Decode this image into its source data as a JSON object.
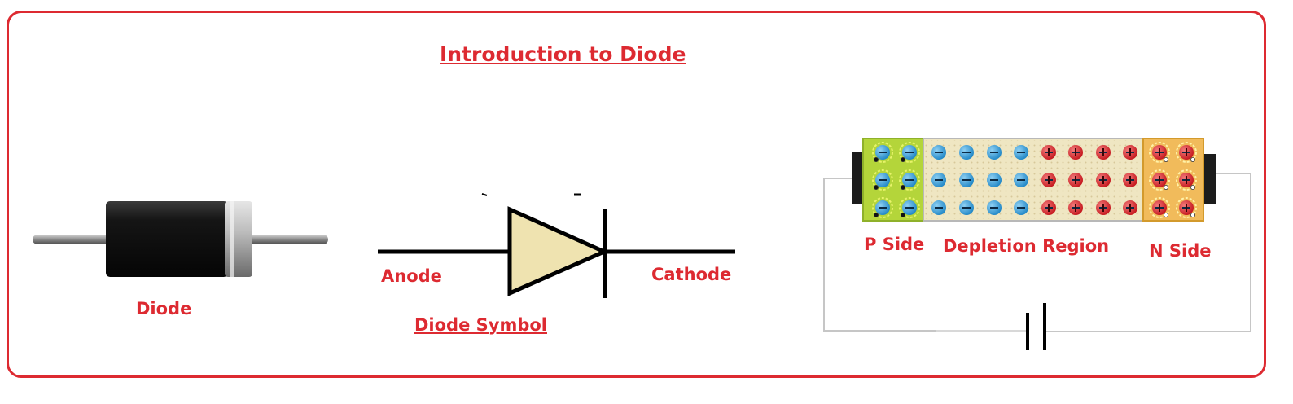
{
  "title": "Introduction to Diode",
  "component": {
    "label": "Diode"
  },
  "symbol": {
    "anode_label": "Anode",
    "cathode_label": "Cathode",
    "caption": "Diode Symbol",
    "fill_color": "#efe3b0"
  },
  "junction": {
    "p_label": "P Side",
    "depletion_label": "Depletion Region",
    "n_label": "N Side",
    "p_color": "#b4d53a",
    "n_color": "#f1bb5b",
    "depletion_color": "#efe6c2",
    "electron_color": "#2b9ad8",
    "hole_color": "#e0252c"
  },
  "colors": {
    "accent": "#dd2a31"
  }
}
